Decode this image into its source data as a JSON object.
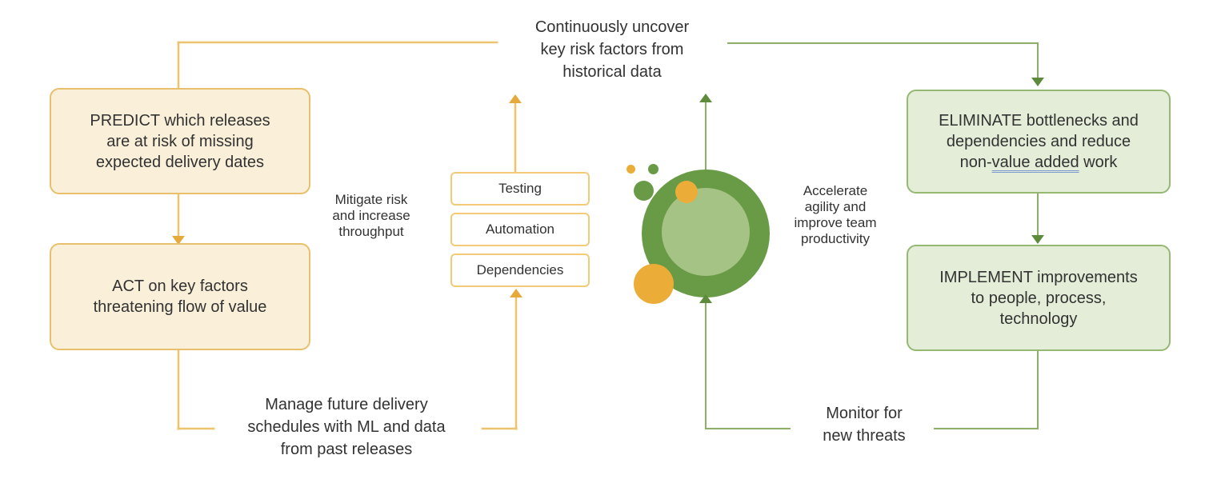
{
  "colors": {
    "yellow_line": "#ecc470",
    "yellow_arrow": "#e6a93c",
    "yellow_box_fill": "#faf0da",
    "yellow_box_border": "#e8bf6c",
    "small_box_border": "#f3ca77",
    "green_line": "#8fae6a",
    "green_arrow": "#5e8a3c",
    "green_box_fill": "#e4edd8",
    "green_box_border": "#95b873",
    "circle_dark_green": "#699a46",
    "circle_light_green": "#a5c384",
    "circle_orange": "#ebac38",
    "underline_blue": "#7a9ad0",
    "text": "#323232"
  },
  "notes": {
    "top_center": "Continuously uncover\nkey risk factors from\nhistorical data",
    "mitigate": "Mitigate risk\nand increase\nthroughput",
    "accelerate": "Accelerate\nagility and\nimprove team\nproductivity",
    "manage": "Manage future delivery\nschedules with ML and data\nfrom past releases",
    "monitor": "Monitor for\nnew threats"
  },
  "boxes": {
    "predict": "PREDICT which releases\nare at risk of missing\nexpected delivery dates",
    "act": "ACT on key factors\nthreatening flow of value",
    "eliminate_pre": "ELIMINATE bottlenecks and\ndependencies and reduce\nnon-",
    "eliminate_underlined": "value added",
    "eliminate_post": " work",
    "implement": "IMPLEMENT improvements\nto people, process,\ntechnology",
    "factors": [
      "Testing",
      "Automation",
      "Dependencies"
    ]
  }
}
